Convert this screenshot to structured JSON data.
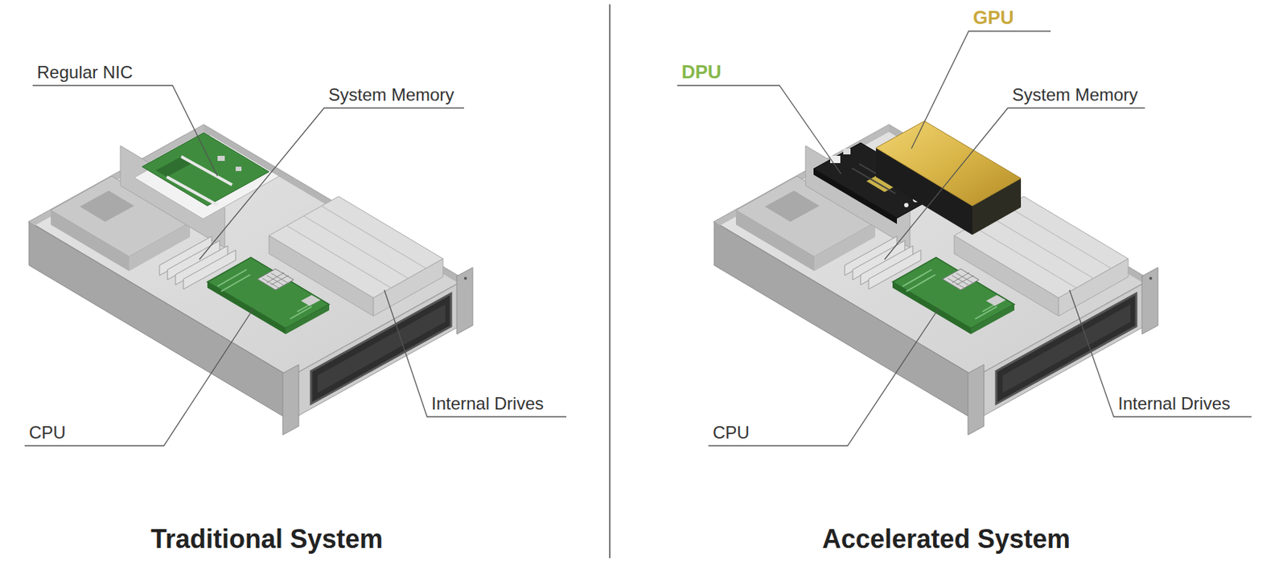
{
  "diagram": {
    "labels": [
      "Regular NIC",
      "System Memory",
      "CPU",
      "Internal Drives",
      "Traditional System",
      "DPU",
      "GPU",
      "System Memory",
      "CPU",
      "Internal Drives",
      "Accelerated System"
    ]
  }
}
